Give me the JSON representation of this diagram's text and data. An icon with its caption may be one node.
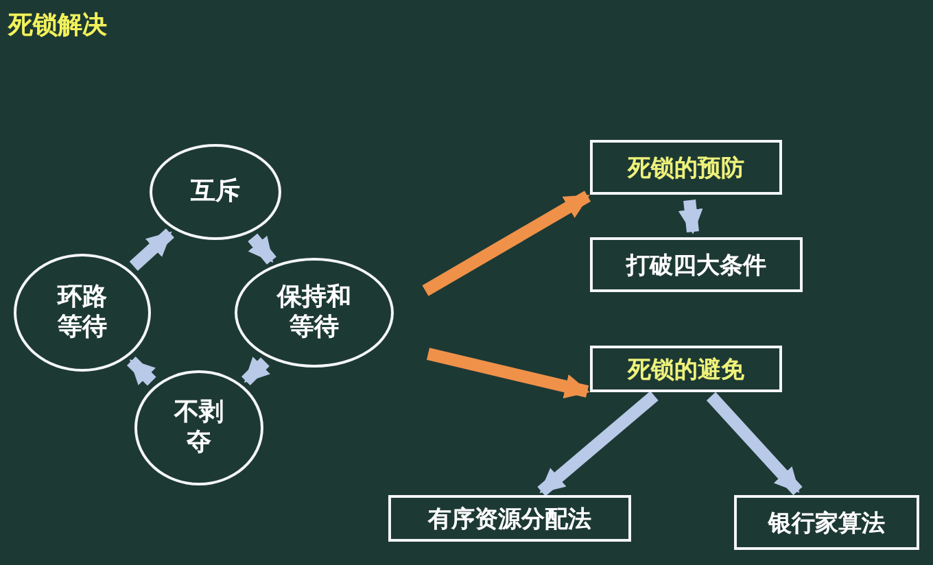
{
  "diagram": {
    "title": "死锁解决",
    "nodes": [
      {
        "text": [
          "互斥"
        ]
      },
      {
        "text": [
          "保持和等待"
        ]
      },
      {
        "text": [
          "不剥夺"
        ]
      },
      {
        "text": [
          "环路等待"
        ]
      },
      {
        "text": [
          "死锁的预防"
        ]
      },
      {
        "text": [
          "打破四大条件"
        ]
      },
      {
        "text": [
          "死锁的避免"
        ]
      },
      {
        "text": [
          "有序资源分配法"
        ]
      },
      {
        "text": [
          "银行家算法"
        ]
      }
    ],
    "edges": [
      {
        "from": 0,
        "to": 1,
        "arrow": "to"
      },
      {
        "from": 1,
        "to": 2,
        "arrow": "to"
      },
      {
        "from": 2,
        "to": 3,
        "arrow": "to"
      },
      {
        "from": 3,
        "to": 0,
        "arrow": "to"
      },
      {
        "from": null,
        "to": 4,
        "arrow": "to",
        "color": "#f0914a"
      },
      {
        "from": null,
        "to": 6,
        "arrow": "to",
        "color": "#f0914a"
      },
      {
        "from": 4,
        "to": 5,
        "arrow": "to"
      },
      {
        "from": 6,
        "to": 7,
        "arrow": "to"
      },
      {
        "from": 6,
        "to": 8,
        "arrow": "to"
      }
    ]
  }
}
